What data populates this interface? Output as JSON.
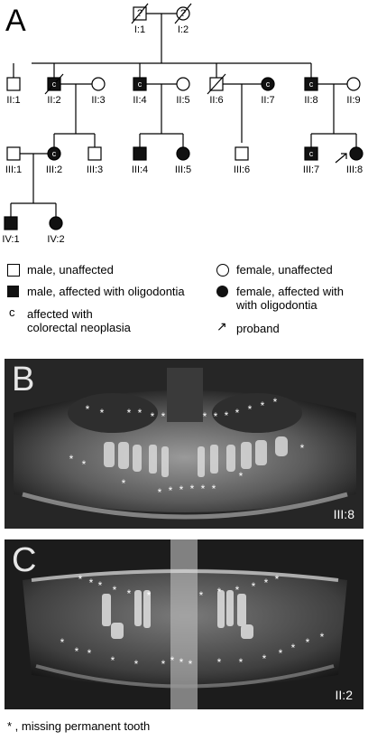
{
  "panels": {
    "a": "A",
    "b": "B",
    "c": "C"
  },
  "pedigree": {
    "symbol_letter": "c",
    "unknown_mark": "?",
    "labels": {
      "I1": "I:1",
      "I2": "I:2",
      "II1": "II:1",
      "II2": "II:2",
      "II3": "II:3",
      "II4": "II:4",
      "II5": "II:5",
      "II6": "II:6",
      "II7": "II:7",
      "II8": "II:8",
      "II9": "II:9",
      "III1": "III:1",
      "III2": "III:2",
      "III3": "III:3",
      "III4": "III:4",
      "III5": "III:5",
      "III6": "III:6",
      "III7": "III:7",
      "III8": "III:8",
      "IV1": "IV:1",
      "IV2": "IV:2"
    }
  },
  "legend": {
    "male_unaffected": "male, unaffected",
    "female_unaffected": "female, unaffected",
    "male_affected": "male, affected with oligodontia",
    "female_affected_1": "female, affected with",
    "female_affected_2": "with oligodontia",
    "c_marker": "c",
    "colorectal_1": "affected with",
    "colorectal_2": "colorectal neoplasia",
    "proband_arrow": "↗",
    "proband": "proband"
  },
  "xrays": {
    "b_tag": "III:8",
    "c_tag": "II:2"
  },
  "footnote": "* , missing permanent tooth"
}
